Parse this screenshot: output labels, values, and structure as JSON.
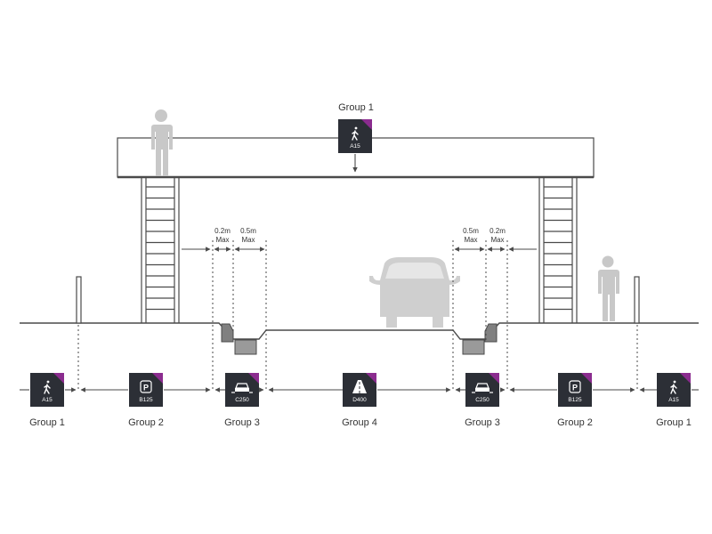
{
  "colors": {
    "line": "#4a4a4a",
    "figure": "#c8c8c8",
    "badge_bg": "#2c2f36",
    "badge_accent": "#8b2c8f",
    "text": "#333333"
  },
  "top_sign": {
    "group": "Group 1",
    "code": "A15",
    "icon": "pedestrian-icon"
  },
  "clearances": {
    "left": {
      "a": "0.2m",
      "a_sub": "Max",
      "b": "0.5m",
      "b_sub": "Max"
    },
    "right": {
      "a": "0.5m",
      "a_sub": "Max",
      "b": "0.2m",
      "b_sub": "Max"
    }
  },
  "zones": [
    {
      "group": "Group 1",
      "code": "A15",
      "icon": "pedestrian-icon"
    },
    {
      "group": "Group 2",
      "code": "B125",
      "icon": "parking-icon"
    },
    {
      "group": "Group 3",
      "code": "C250",
      "icon": "car-kerb-icon"
    },
    {
      "group": "Group 4",
      "code": "D400",
      "icon": "road-icon"
    },
    {
      "group": "Group 3",
      "code": "C250",
      "icon": "car-kerb-icon"
    },
    {
      "group": "Group 2",
      "code": "B125",
      "icon": "parking-icon"
    },
    {
      "group": "Group 1",
      "code": "A15",
      "icon": "pedestrian-icon"
    }
  ]
}
